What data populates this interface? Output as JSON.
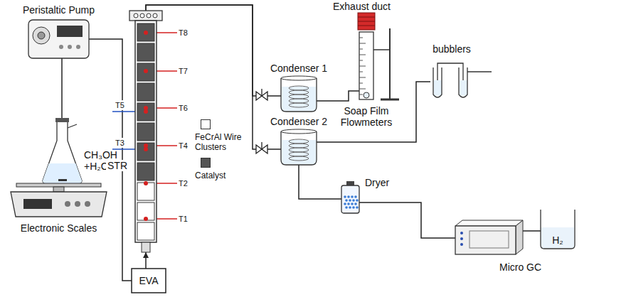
{
  "diagram": {
    "nodes": [
      {
        "text": [
          "Peristaltic Pump"
        ]
      },
      {
        "text": [
          "CH₃OH +H₂O"
        ]
      },
      {
        "text": [
          "Electronic Scales"
        ]
      },
      {
        "text": [
          "EVA"
        ]
      },
      {
        "text": [
          "STR"
        ]
      },
      {
        "text": [
          "Condenser 1"
        ]
      },
      {
        "text": [
          "Soap Film Flowmeters"
        ]
      },
      {
        "text": [
          "Condenser 2"
        ]
      },
      {
        "text": [
          "bubblers"
        ]
      },
      {
        "text": [
          "Dryer"
        ]
      },
      {
        "text": [
          "Micro GC"
        ]
      },
      {
        "text": [
          "H₂"
        ]
      }
    ],
    "edges": [
      {
        "from": 1,
        "to": 0,
        "arrow": "none"
      },
      {
        "from": 0,
        "to": 3,
        "arrow": "none"
      },
      {
        "from": 3,
        "to": 4,
        "arrow": "to"
      },
      {
        "from": 4,
        "to": 5,
        "arrow": "none"
      },
      {
        "from": 4,
        "to": 7,
        "arrow": "none"
      },
      {
        "from": 5,
        "to": 6,
        "arrow": "none"
      },
      {
        "from": 7,
        "to": 8,
        "arrow": "none"
      },
      {
        "from": 7,
        "to": 9,
        "arrow": "none"
      },
      {
        "from": 9,
        "to": 10,
        "arrow": "none"
      },
      {
        "from": 10,
        "to": 11,
        "arrow": "none"
      }
    ],
    "labels": [
      "T8",
      "T7",
      "T6",
      "T5",
      "T4",
      "T3",
      "T2",
      "T1",
      "Exhaust duct"
    ],
    "legend": [
      {
        "text": "FeCrAl Wire Clusters",
        "color": "#ffffff"
      },
      {
        "text": "Catalyst",
        "color": "#555555"
      }
    ]
  }
}
